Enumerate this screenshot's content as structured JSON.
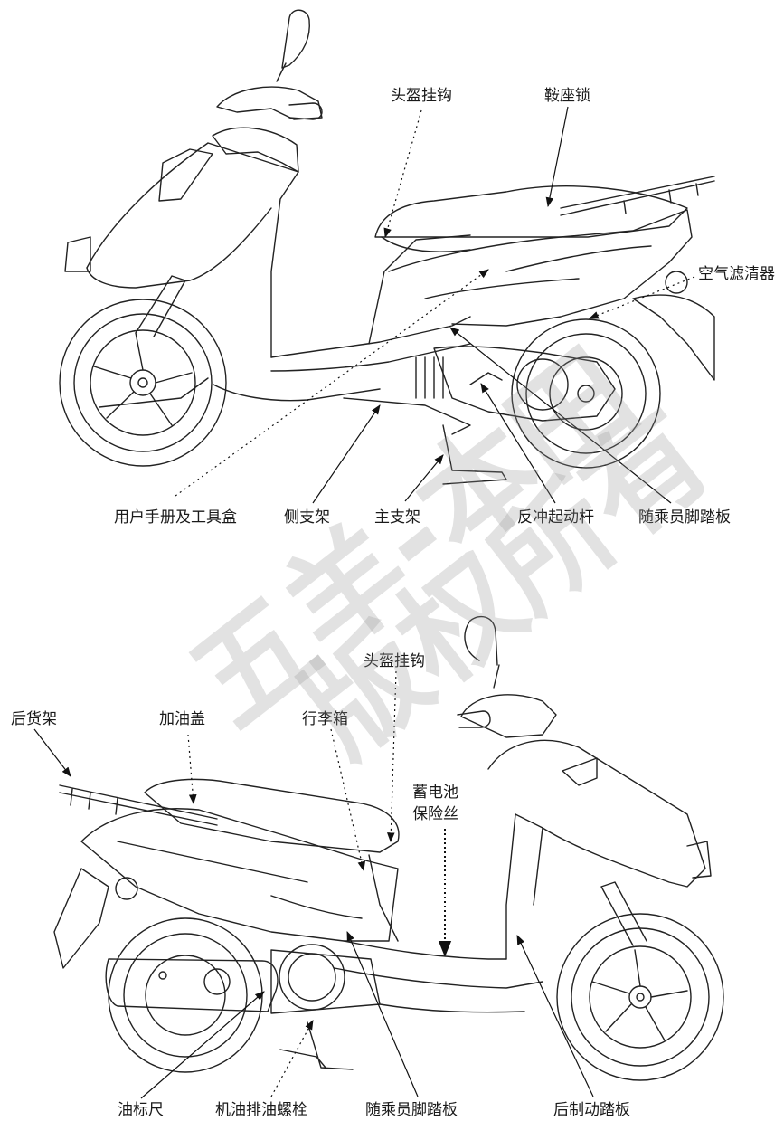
{
  "labels_top": {
    "helmet_hook": "头盔挂钩",
    "seat_lock": "鞍座锁",
    "air_filter": "空气滤清器",
    "manual_toolbox": "用户手册及工具盒",
    "side_stand": "侧支架",
    "main_stand": "主支架",
    "kick_starter": "反冲起动杆",
    "passenger_footrest": "随乘员脚踏板"
  },
  "labels_bottom": {
    "helmet_hook": "头盔挂钩",
    "rear_carrier": "后货架",
    "fuel_cap": "加油盖",
    "luggage_box": "行李箱",
    "battery_fuse_line1": "蓄电池",
    "battery_fuse_line2": "保险丝",
    "dipstick": "油标尺",
    "oil_drain_bolt": "机油排油螺栓",
    "passenger_footrest": "随乘员脚踏板",
    "rear_brake_pedal": "后制动踏板"
  },
  "watermark": {
    "line1": "五羊-本田",
    "line2": "版权所有"
  }
}
